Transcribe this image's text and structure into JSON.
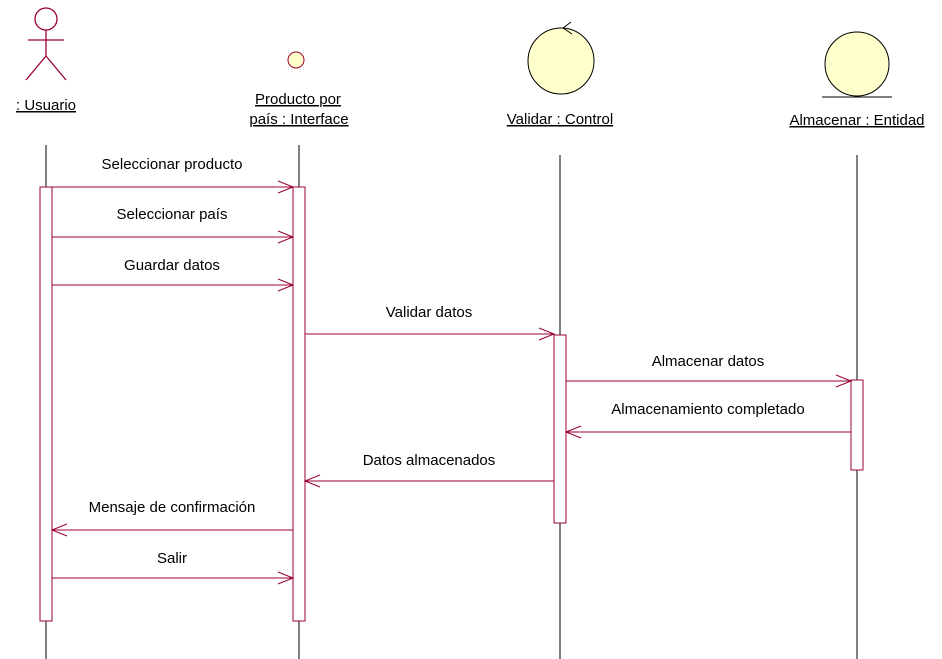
{
  "participants": [
    {
      "id": "usuario",
      "type": "actor",
      "label_lines": [
        ": Usuario"
      ]
    },
    {
      "id": "interface",
      "type": "boundary",
      "label_lines": [
        "Producto por",
        "país : Interface"
      ]
    },
    {
      "id": "control",
      "type": "control",
      "label_lines": [
        "Validar : Control"
      ]
    },
    {
      "id": "entidad",
      "type": "entity",
      "label_lines": [
        "Almacenar : Entidad"
      ]
    }
  ],
  "messages": [
    {
      "from": "usuario",
      "to": "interface",
      "label": "Seleccionar producto"
    },
    {
      "from": "usuario",
      "to": "interface",
      "label": "Seleccionar país"
    },
    {
      "from": "usuario",
      "to": "interface",
      "label": "Guardar datos"
    },
    {
      "from": "interface",
      "to": "control",
      "label": "Validar datos"
    },
    {
      "from": "control",
      "to": "entidad",
      "label": "Almacenar datos"
    },
    {
      "from": "entidad",
      "to": "control",
      "label": "Almacenamiento completado"
    },
    {
      "from": "control",
      "to": "interface",
      "label": "Datos almacenados"
    },
    {
      "from": "interface",
      "to": "usuario",
      "label": "Mensaje de confirmación"
    },
    {
      "from": "usuario",
      "to": "interface",
      "label": "Salir"
    }
  ],
  "colors": {
    "line": "#990033",
    "lifeline": "#000000",
    "object_fill": "#ffffcc",
    "object_stroke": "#990033"
  }
}
